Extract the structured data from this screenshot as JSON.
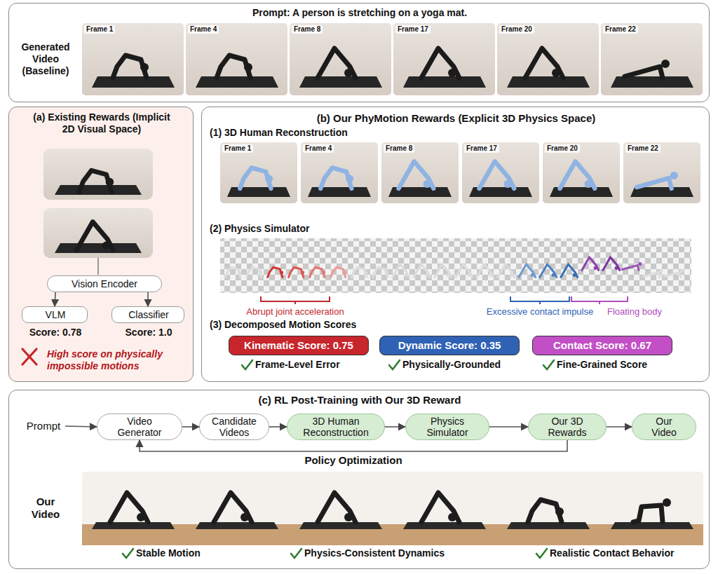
{
  "diagram": {
    "nodes": [
      {
        "text": [
          "Prompt: A person is stretching on a yoga mat.",
          "Generated Video (Baseline)"
        ]
      },
      {
        "text": [
          "(a) Existing Rewards (Implicit 2D Visual Space)",
          "High score on physically impossible motions"
        ]
      },
      {
        "text": [
          "Vision Encoder"
        ],
        "in": 1
      },
      {
        "text": [
          "VLM",
          "Score: 0.78"
        ],
        "in": 1
      },
      {
        "text": [
          "Classifier",
          "Score: 1.0"
        ],
        "in": 1
      },
      {
        "text": [
          "(b) Our PhyMotion Rewards (Explicit 3D Physics Space)"
        ]
      },
      {
        "text": [
          "Kinematic Score: 0.75"
        ],
        "in": 5
      },
      {
        "text": [
          "Dynamic Score: 0.35"
        ],
        "in": 5
      },
      {
        "text": [
          "Contact Score: 0.67"
        ],
        "in": 5
      },
      {
        "text": [
          "(c) RL Post-Training with Our 3D Reward"
        ]
      },
      {
        "text": [
          "Prompt"
        ],
        "in": 9
      },
      {
        "text": [
          "Video Generator"
        ],
        "in": 9
      },
      {
        "text": [
          "Candidate Videos"
        ],
        "in": 9
      },
      {
        "text": [
          "3D Human Reconstruction"
        ],
        "in": 9
      },
      {
        "text": [
          "Physics Simulator"
        ],
        "in": 9
      },
      {
        "text": [
          "Our 3D Rewards"
        ],
        "in": 9
      },
      {
        "text": [
          "Our Video"
        ],
        "in": 9
      }
    ],
    "edges": [
      {
        "from": 2,
        "to": 3,
        "arrow": "to"
      },
      {
        "from": 2,
        "to": 4,
        "arrow": "to"
      },
      {
        "from": 10,
        "to": 11,
        "arrow": "to"
      },
      {
        "from": 11,
        "to": 12,
        "arrow": "to"
      },
      {
        "from": 12,
        "to": 13,
        "arrow": "to"
      },
      {
        "from": 13,
        "to": 14,
        "arrow": "to"
      },
      {
        "from": 14,
        "to": 15,
        "arrow": "to"
      },
      {
        "from": 15,
        "to": 16,
        "arrow": "to"
      },
      {
        "from": 15,
        "to": 11,
        "label": "Policy Optimization",
        "arrow": "to"
      }
    ],
    "labels": [
      "Frame 1",
      "Frame 4",
      "Frame 8",
      "Frame 17",
      "Frame 20",
      "Frame 22",
      "(1) 3D Human Reconstruction",
      "Frame 1",
      "Frame 4",
      "Frame 8",
      "Frame 17",
      "Frame 20",
      "Frame 22",
      "(2) Physics Simulator",
      "Abrupt joint acceleration",
      "Excessive contact impulse",
      "Floating body",
      "(3) Decomposed Motion Scores",
      "Frame-Level Error",
      "Physically-Grounded",
      "Fine-Grained Score",
      "Our Video",
      "Stable Motion",
      "Physics-Consistent Dynamics",
      "Realistic Contact Behavior"
    ]
  }
}
